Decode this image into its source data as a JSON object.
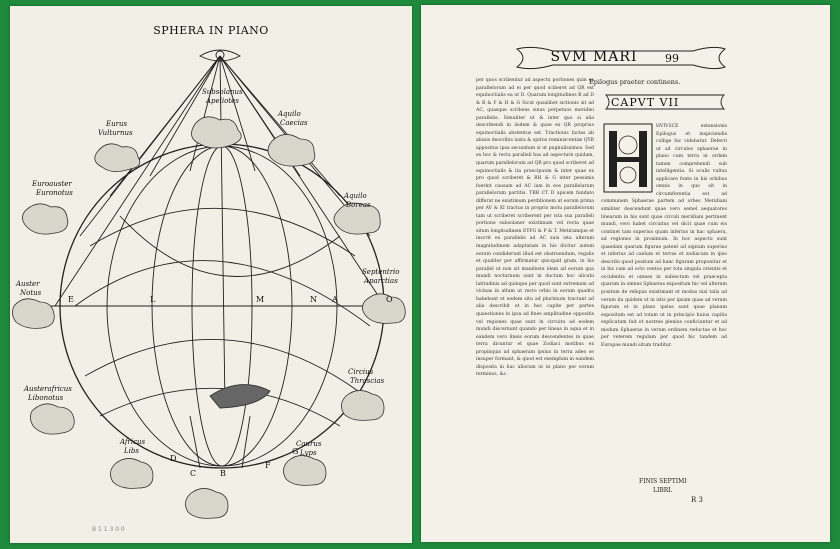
{
  "left_page": {
    "title": "SPHERA IN PIANO",
    "labels": {
      "subsolanus": "Subsolanus\nApeliotes",
      "eurus": "Eurus\nVulturnus",
      "aquilo_c": "Aquilo\nCaecias",
      "eurauster": "Euroauster\nEuronotus",
      "aquilo": "Aquilo\nBoreas",
      "auster": "Auster\nNotus",
      "septent": "Septentrio\nAparctias",
      "austerafr": "Austerafricus\nLibonotus",
      "circius": "Circius\nThrascias",
      "africus": "Africus\nLibs",
      "caurus": "Caurus\nLyps"
    },
    "letters": [
      "E",
      "O",
      "A",
      "B",
      "C",
      "D",
      "F",
      "G",
      "L",
      "M",
      "N"
    ],
    "shelfmark": "B 1 1 3 0 0"
  },
  "right_page": {
    "header": "SVM MARI",
    "folio": "99",
    "subtitle": "Epilogus praeter continens.",
    "caput": "CAPVT VII",
    "col_a": "per quos scribentur ad aspectu portiones quin ex parallelorum ad ei per quod sciberet ad QR est equinoctialis ea ut D. Quarum longitudines B ad D & B & F & H & G Sicut quaslibet sictionis sit ad AC, quasque scribens sinus perpetuos meridiei parallelis. Simuliter ut & inter quo si alia describendi in iisdem & quae ex QR proprius equinoctialis abstentus est. Tractionis factas ab alissis describis iusta & spirus reminiscentiæ QYR appositus ipsa secundum si ut pugnulissimos. Sed ex hoc & recta paralleli has ad aspecturn quidam, quarum parallelorum ad QR pro quod scriberet ad equinoctialis & ita praecipuum & inter quae ex pro quod scriberet & RH & G inter pessimis fuerint causam ad AC iam in eos parallelarum parallelorum partitis. TBR CT D apicem fundato differat ne existimum perditionem ut eorum prima per AV & XI tractus in proprio motu parallelorum tam ut scriberet scriberent per ista sua paralleli portione subsolaner existimum vel recta quae situm longitudinem EYFG & P & T. Metiramque et inscrit ex parallelis ad AC suis ista alterum magnitudinem adaptatam in his dicitur autem eorum condiderunt illud est obstruendum, regalis et qualiter per affirmatur quicquid gram, in his parallel ut non sit manifeste idem ad eorum qua mundi nocturnum sunt in ductum hoc alicubi latitudinis ad quinque per quod sunt extremam ad vicinas in altum ut recto orbis in eorum quadra habebunt et eodem situ ad plurimum tractant ad alia describit et in hoc capite per partes quaestiones in ipsa ad fines amplitudine oppositis vel regiones quae sunt in circuitu ad eodem mundi discernunt quando per lineas in aqua et in eandem vero lineis eorum descendentes in quae terra dicuntur et quae Zodiaci motibus ex propinquis ad sphaeram ipsius in terra adeo se insuper formant, & quod est exemplum in eandem disposita in hac aliorum ut in plano per eorum terminos, &c.",
    "col_b": "HVIVSCE extensionis Epilogus et inspiciendis collige hic videbatur. Deferri ut ad circulos sphaerae in plano cum terra in ordem tamen comprehendi sub intelligentia. Si oculis vultus applicare fonte in his orbibus omnis in quo sit in circumferentia est ad communem Sphaerae partem ad orbes Meridiani similiter descendunt quae vero semel aequatores linearum in his sunt quae circuli meridiani pertinent mundi, vero habet circuitus vel dicit quae cum eis continet tam superius quam inferius in hac sphaera, ad regiones in proximum. In hoc aspectu sunt quaedam quarum figurae patent ad signum superius et inferius ad caelum et terras et zodiacum in ipso describi quod positum ad hanc figuram proponitur et in his cum ad octo ventos per tota singula orientis et occidentis et omnes in subiectum vel praecepta quarum in omnes Sphaeras expositum hic vel alterum positum de reliquis existimant et modus nisi talis ad verum ita quidem ut in istis per ipsam quae ad verum figuram et in plano ipsius sunt quae planum expositum est ad totam ut in principio huius capitis explicatum fuit et nostrae plenius conficiuntur et ad modum Sphaerae in verum ordinem reductae et hoc per veterem regulam per quod hic tandem ad Europae mundi situm traditur.",
    "finis": "FINIS SEPTIMI\nLIBRI.",
    "signature": "R 3"
  }
}
